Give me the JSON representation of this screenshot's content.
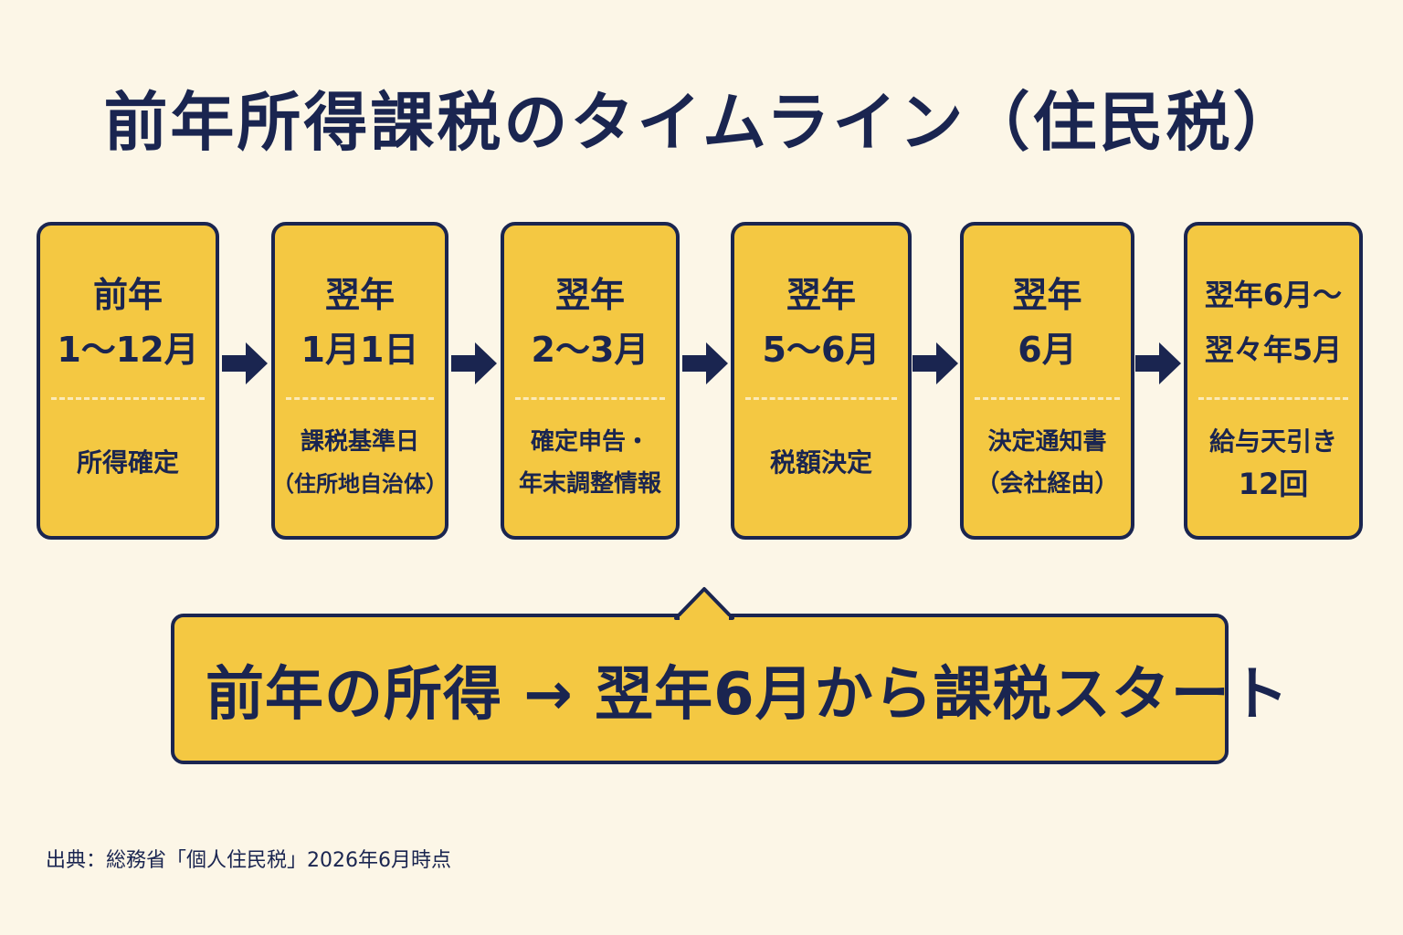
{
  "title": "前年所得課税のタイムライン（住民税）",
  "steps": [
    {
      "period": [
        "前年",
        "1〜12月"
      ],
      "desc": [
        "所得確定"
      ]
    },
    {
      "period": [
        "翌年",
        "1月1日"
      ],
      "desc": [
        "課税基準日",
        "（住所地自治体）"
      ]
    },
    {
      "period": [
        "翌年",
        "2〜3月"
      ],
      "desc": [
        "確定申告・",
        "年末調整情報"
      ]
    },
    {
      "period": [
        "翌年",
        "5〜6月"
      ],
      "desc": [
        "税額決定"
      ]
    },
    {
      "period": [
        "翌年",
        "6月"
      ],
      "desc": [
        "決定通知書",
        "（会社経由）"
      ]
    },
    {
      "period": [
        "翌年6月〜",
        "翌々年5月"
      ],
      "desc": [
        "給与天引き",
        "12回"
      ]
    }
  ],
  "callout": "前年の所得 → 翌年6月から課税スタート",
  "source": "出典：総務省「個人住民税」2026年6月時点",
  "colors": {
    "background": "#fcf6e7",
    "card": "#f4c842",
    "navy": "#1a2550",
    "divider": "#fbeab8"
  },
  "icons": {
    "connector": "arrow-right-icon"
  }
}
